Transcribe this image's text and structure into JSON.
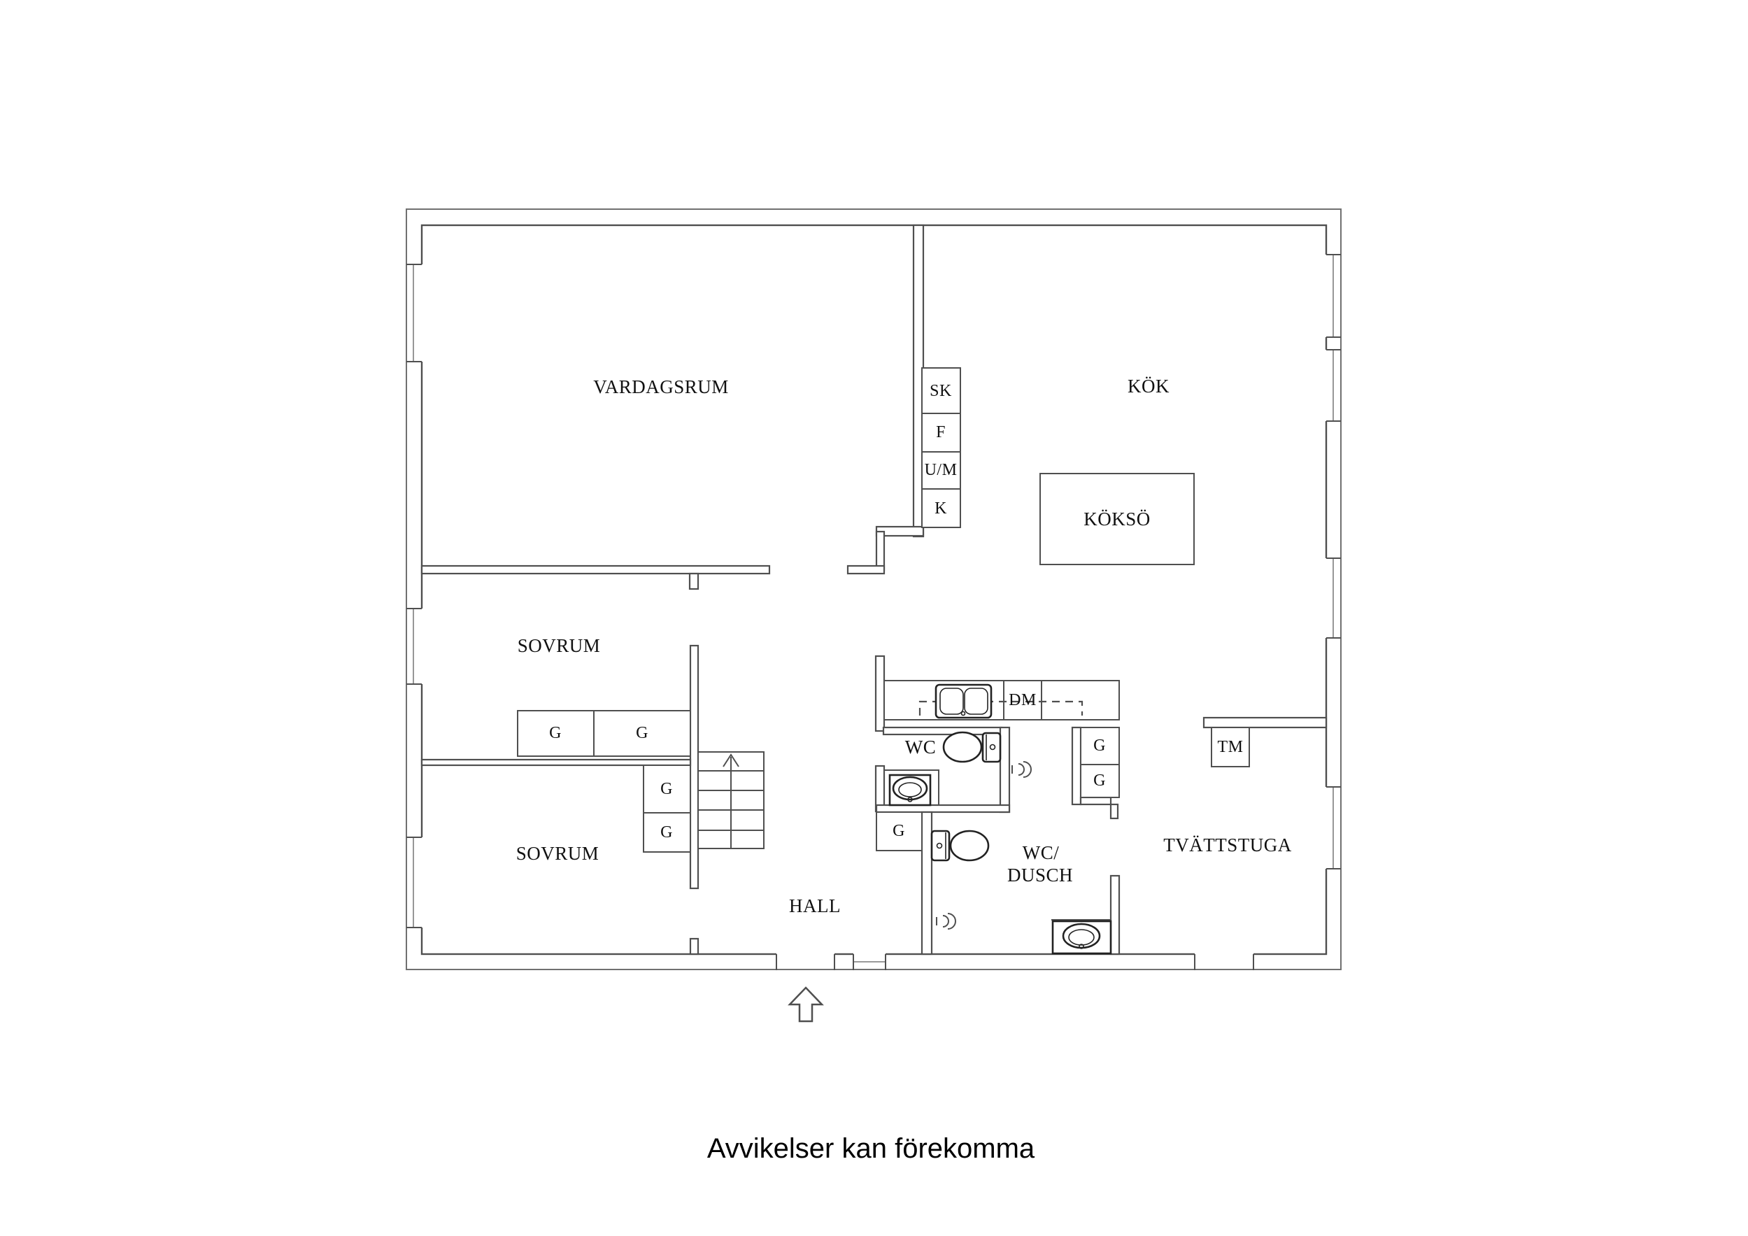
{
  "colors": {
    "wall": "#4f4f4f",
    "outer": "#707070",
    "window": "#8c8c8c",
    "fixture": "#222222",
    "text": "#111111",
    "bg": "#ffffff"
  },
  "labels": {
    "vardagsrum": "VARDAGSRUM",
    "kok": "KÖK",
    "kokso": "KÖKSÖ",
    "sovrum_upper": "SOVRUM",
    "sovrum_lower": "SOVRUM",
    "hall": "HALL",
    "wc": "WC",
    "wc_dusch_line1": "WC/",
    "wc_dusch_line2": "DUSCH",
    "tvattstuga": "TVÄTTSTUGA",
    "skap": "SK",
    "frys": "F",
    "ugn_mikro": "U/M",
    "kyl": "K",
    "diskmaskin": "DM",
    "tvattmaskin": "TM",
    "garderob": "G"
  },
  "footer": {
    "disclaimer": "Avvikelser kan förekomma"
  }
}
